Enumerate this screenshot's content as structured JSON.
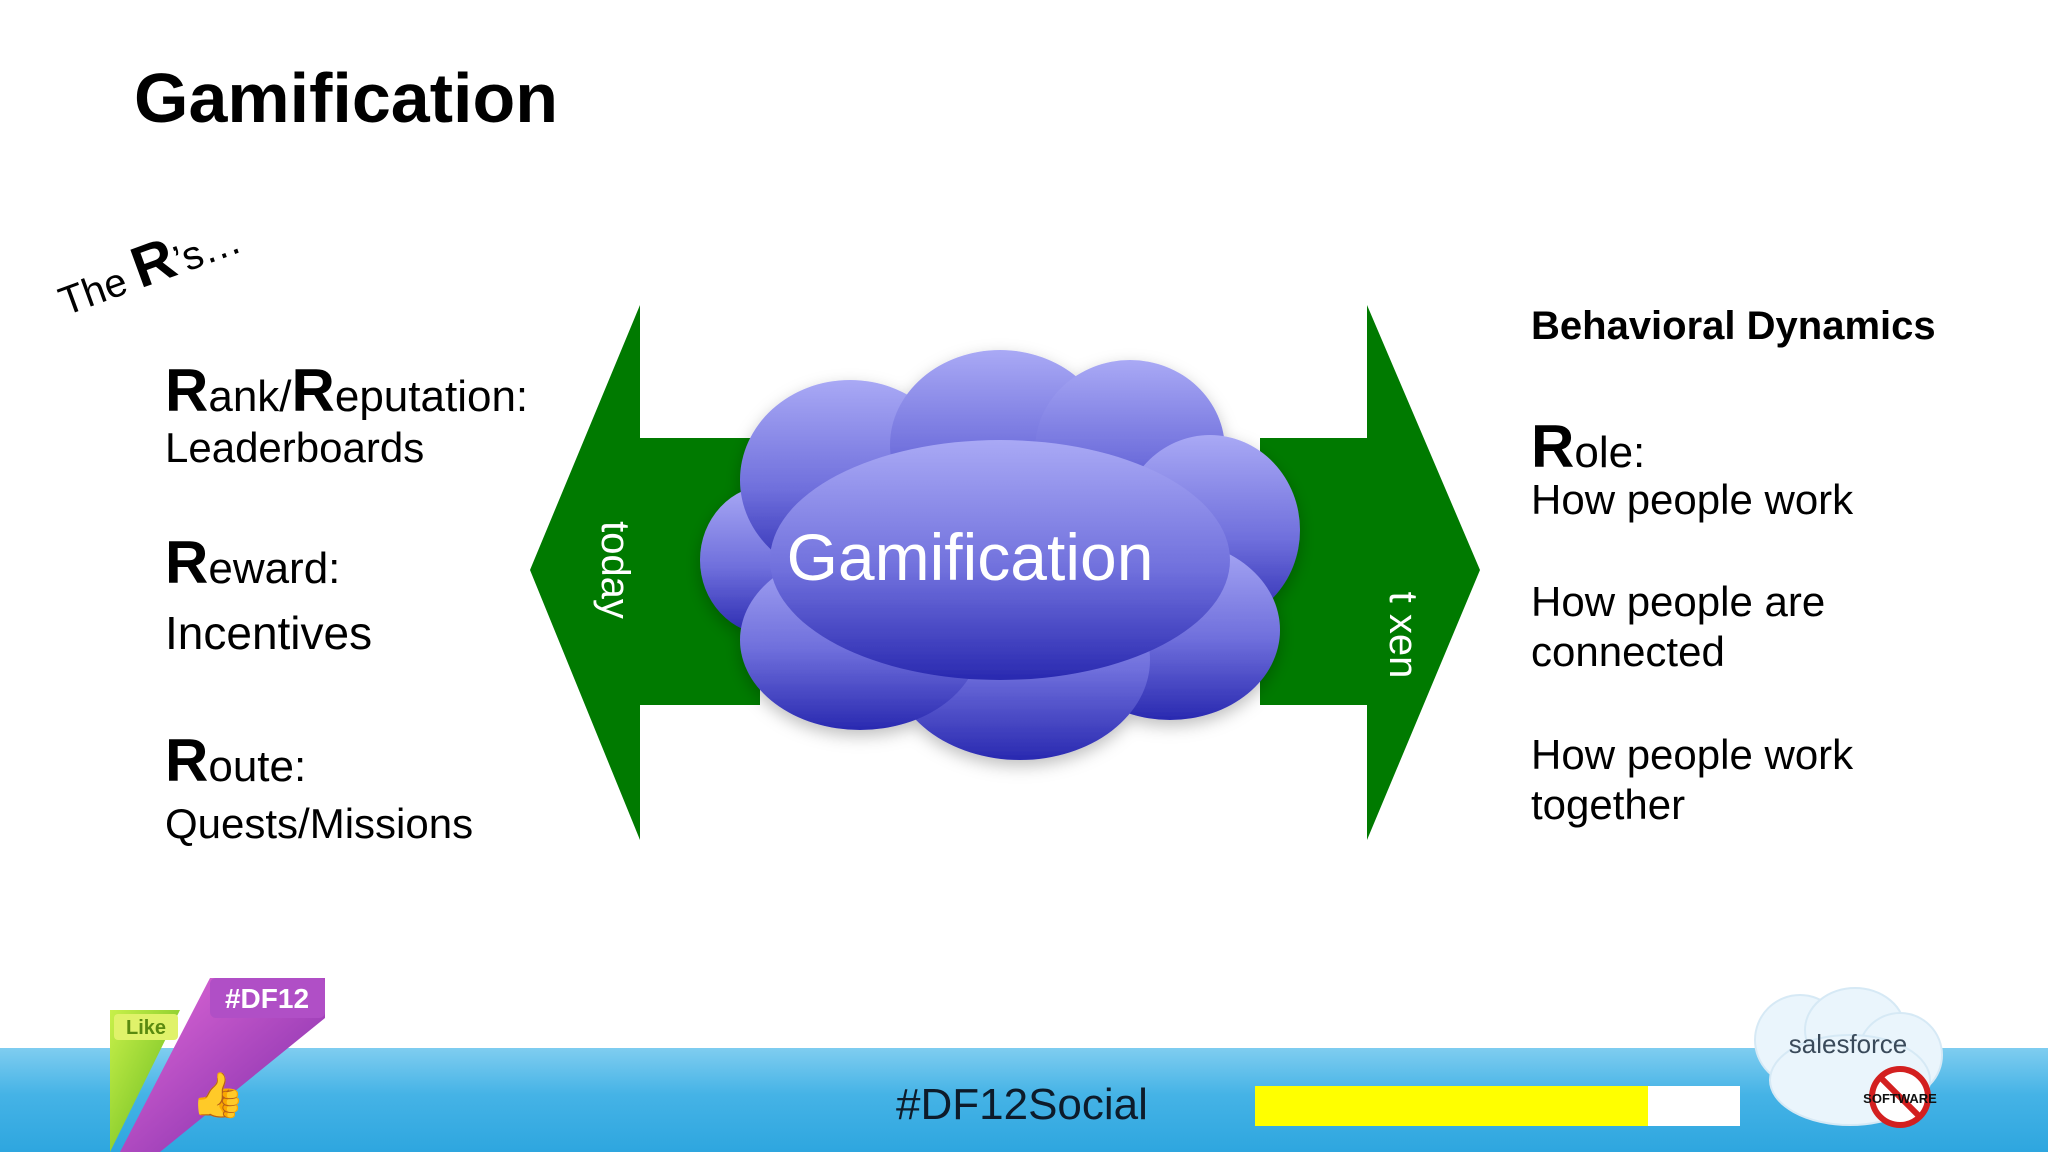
{
  "slide": {
    "title": "Gamification",
    "the_rs": {
      "prefix": "The ",
      "big": "R",
      "suffix": "’s…"
    },
    "left_items": [
      {
        "cap1": "R",
        "text1": "ank/",
        "cap2": "R",
        "text2": "eputation:",
        "sub": "Leaderboards"
      },
      {
        "cap1": "R",
        "text1": "eward:",
        "sub": "Incentives"
      },
      {
        "cap1": "R",
        "text1": "oute:",
        "sub": "Quests/Missions"
      }
    ],
    "diagram": {
      "cloud_label": "Gamification",
      "left_arrow_label": "today",
      "right_arrow_label": "t xen",
      "arrow_color": "#007a00",
      "cloud_color_top": "#a3a3f3",
      "cloud_color_bottom": "#2f2fb8"
    },
    "right": {
      "title": "Behavioral Dynamics",
      "role_cap": "R",
      "role_text": "ole:",
      "items": [
        "How people work",
        "How people are",
        "connected",
        "How people work",
        "together"
      ]
    }
  },
  "footer": {
    "hashtag": "#DF12Social",
    "progress": 0.81,
    "logo_left": {
      "tag": "#DF12",
      "like": "Like"
    },
    "logo_right": {
      "brand": "salesforce",
      "badge": "SOFTWARE"
    },
    "band_color": "#3aaee3"
  }
}
